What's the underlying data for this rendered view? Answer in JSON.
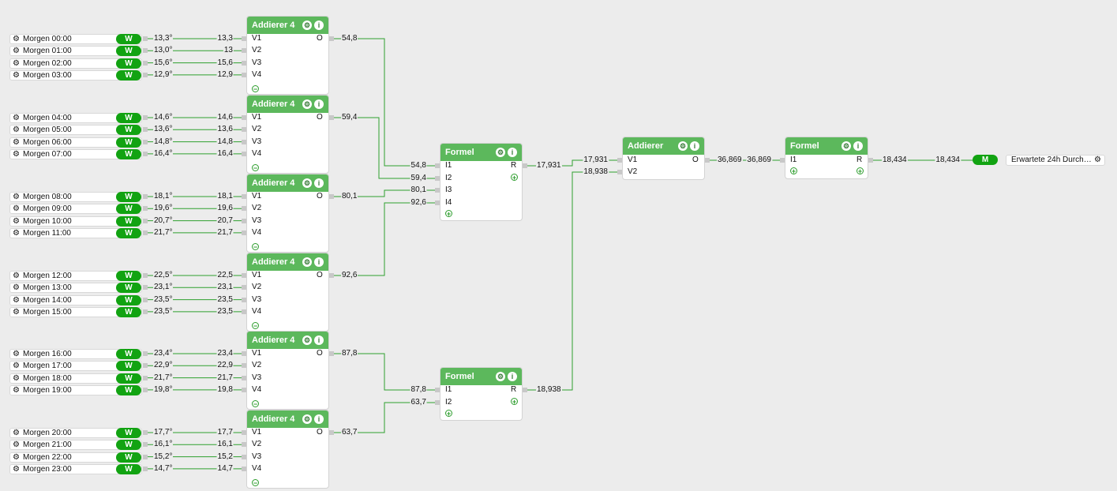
{
  "inputs": [
    {
      "label": "Morgen 00:00",
      "badge": "W",
      "value": "13,3°",
      "link": "13,3"
    },
    {
      "label": "Morgen 01:00",
      "badge": "W",
      "value": "13,0°",
      "link": "13"
    },
    {
      "label": "Morgen 02:00",
      "badge": "W",
      "value": "15,6°",
      "link": "15,6"
    },
    {
      "label": "Morgen 03:00",
      "badge": "W",
      "value": "12,9°",
      "link": "12,9"
    },
    {
      "label": "Morgen 04:00",
      "badge": "W",
      "value": "14,6°",
      "link": "14,6"
    },
    {
      "label": "Morgen 05:00",
      "badge": "W",
      "value": "13,6°",
      "link": "13,6"
    },
    {
      "label": "Morgen 06:00",
      "badge": "W",
      "value": "14,8°",
      "link": "14,8"
    },
    {
      "label": "Morgen 07:00",
      "badge": "W",
      "value": "16,4°",
      "link": "16,4"
    },
    {
      "label": "Morgen 08:00",
      "badge": "W",
      "value": "18,1°",
      "link": "18,1"
    },
    {
      "label": "Morgen 09:00",
      "badge": "W",
      "value": "19,6°",
      "link": "19,6"
    },
    {
      "label": "Morgen 10:00",
      "badge": "W",
      "value": "20,7°",
      "link": "20,7"
    },
    {
      "label": "Morgen 11:00",
      "badge": "W",
      "value": "21,7°",
      "link": "21,7"
    },
    {
      "label": "Morgen 12:00",
      "badge": "W",
      "value": "22,5°",
      "link": "22,5"
    },
    {
      "label": "Morgen 13:00",
      "badge": "W",
      "value": "23,1°",
      "link": "23,1"
    },
    {
      "label": "Morgen 14:00",
      "badge": "W",
      "value": "23,5°",
      "link": "23,5"
    },
    {
      "label": "Morgen 15:00",
      "badge": "W",
      "value": "23,5°",
      "link": "23,5"
    },
    {
      "label": "Morgen 16:00",
      "badge": "W",
      "value": "23,4°",
      "link": "23,4"
    },
    {
      "label": "Morgen 17:00",
      "badge": "W",
      "value": "22,9°",
      "link": "22,9"
    },
    {
      "label": "Morgen 18:00",
      "badge": "W",
      "value": "21,7°",
      "link": "21,7"
    },
    {
      "label": "Morgen 19:00",
      "badge": "W",
      "value": "19,8°",
      "link": "19,8"
    },
    {
      "label": "Morgen 20:00",
      "badge": "W",
      "value": "17,7°",
      "link": "17,7"
    },
    {
      "label": "Morgen 21:00",
      "badge": "W",
      "value": "16,1°",
      "link": "16,1"
    },
    {
      "label": "Morgen 22:00",
      "badge": "W",
      "value": "15,2°",
      "link": "15,2"
    },
    {
      "label": "Morgen 23:00",
      "badge": "W",
      "value": "14,7°",
      "link": "14,7"
    }
  ],
  "adders": [
    {
      "title": "Addierer 4",
      "inputs": [
        "V1",
        "V2",
        "V3",
        "V4"
      ],
      "output": "O",
      "out_value": "54,8"
    },
    {
      "title": "Addierer 4",
      "inputs": [
        "V1",
        "V2",
        "V3",
        "V4"
      ],
      "output": "O",
      "out_value": "59,4"
    },
    {
      "title": "Addierer 4",
      "inputs": [
        "V1",
        "V2",
        "V3",
        "V4"
      ],
      "output": "O",
      "out_value": "80,1"
    },
    {
      "title": "Addierer 4",
      "inputs": [
        "V1",
        "V2",
        "V3",
        "V4"
      ],
      "output": "O",
      "out_value": "92,6"
    },
    {
      "title": "Addierer 4",
      "inputs": [
        "V1",
        "V2",
        "V3",
        "V4"
      ],
      "output": "O",
      "out_value": "87,8"
    },
    {
      "title": "Addierer 4",
      "inputs": [
        "V1",
        "V2",
        "V3",
        "V4"
      ],
      "output": "O",
      "out_value": "63,7"
    }
  ],
  "formel1": {
    "title": "Formel",
    "inputs": [
      "I1",
      "I2",
      "I3",
      "I4"
    ],
    "in_values": [
      "54,8",
      "59,4",
      "80,1",
      "92,6"
    ],
    "output": "R",
    "out_value": "17,931"
  },
  "formel2": {
    "title": "Formel",
    "inputs": [
      "I1",
      "I2"
    ],
    "in_values": [
      "87,8",
      "63,7"
    ],
    "output": "R",
    "out_value": "18,938"
  },
  "addierer": {
    "title": "Addierer",
    "inputs": [
      "V1",
      "V2"
    ],
    "in_values": [
      "17,931",
      "18,938"
    ],
    "output": "O",
    "out_value": "36,869"
  },
  "formel3": {
    "title": "Formel",
    "inputs": [
      "I1"
    ],
    "in_values": [
      "36,869"
    ],
    "output": "R",
    "out_value": "18,434"
  },
  "final": {
    "in_value": "18,434",
    "badge": "M",
    "label": "Erwartete 24h Durch…"
  },
  "icons": {
    "gear": "gear-icon",
    "info": "info-icon",
    "add": "plus-circle-icon",
    "remove": "minus-circle-icon"
  },
  "colors": {
    "wire": "#2ea02e",
    "header": "#5cb85c",
    "pill": "#12a312",
    "background": "#ececec"
  }
}
